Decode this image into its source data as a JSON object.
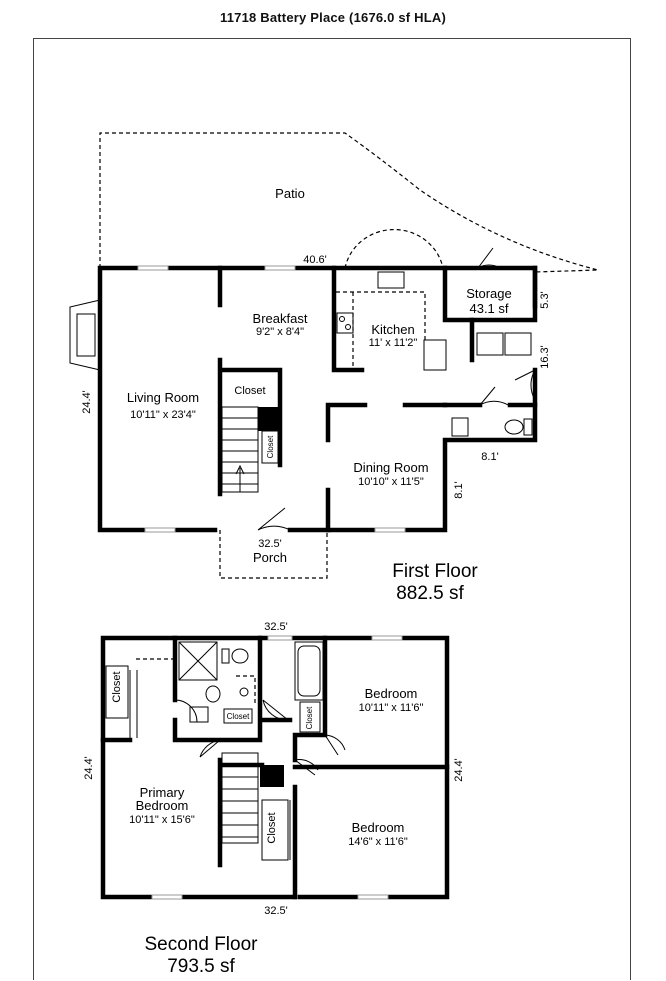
{
  "title": "11718 Battery Place (1676.0 sf HLA)",
  "first_floor": {
    "name": "First Floor",
    "area": "882.5 sf",
    "rooms": {
      "patio": "Patio",
      "breakfast": {
        "name": "Breakfast",
        "size": "9'2\" x 8'4\""
      },
      "kitchen": {
        "name": "Kitchen",
        "size": "11' x 11'2\""
      },
      "storage": {
        "name": "Storage",
        "size": "43.1 sf"
      },
      "living": {
        "name": "Living Room",
        "size": "10'11\" x 23'4\""
      },
      "dining": {
        "name": "Dining Room",
        "size": "10'10\" x 11'5\""
      },
      "closet_a": "Closet",
      "closet_b": "Closet",
      "porch": "Porch"
    },
    "dims": {
      "top": "40.6'",
      "left": "24.4'",
      "bottom": "32.5'",
      "storage_side": "5.3'",
      "right_mid": "16.3'",
      "bath_width": "8.1'",
      "dining_side": "8.1'"
    }
  },
  "second_floor": {
    "name": "Second Floor",
    "area": "793.5 sf",
    "rooms": {
      "bedroom1": {
        "name": "Bedroom",
        "size": "10'11\" x 11'6\""
      },
      "bedroom2": {
        "name": "Bedroom",
        "size": "14'6\" x 11'6\""
      },
      "primary_line1": "Primary",
      "primary_line2": "Bedroom",
      "primary_size": "10'11\" x 15'6\"",
      "closet_left": "Closet",
      "closet_small": "Closet",
      "closet_bath": "Closet",
      "closet_hall": "Closet"
    },
    "dims": {
      "top": "32.5'",
      "bottom": "32.5'",
      "left": "24.4'",
      "right": "24.4'"
    }
  }
}
